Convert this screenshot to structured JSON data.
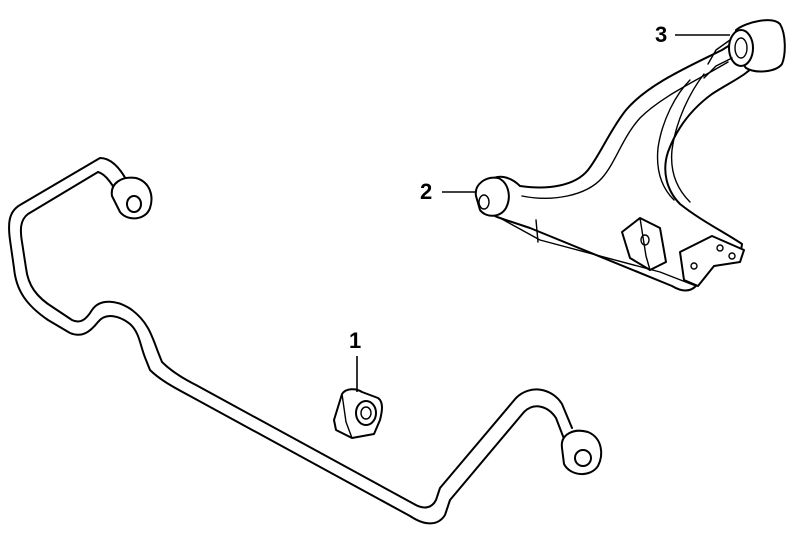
{
  "callouts": [
    {
      "number": "1",
      "part": "stabilizer-bar-bushing"
    },
    {
      "number": "2",
      "part": "control-arm-front-bushing"
    },
    {
      "number": "3",
      "part": "control-arm-rear-bushing"
    }
  ],
  "colors": {
    "line": "#000000",
    "background": "#ffffff"
  }
}
